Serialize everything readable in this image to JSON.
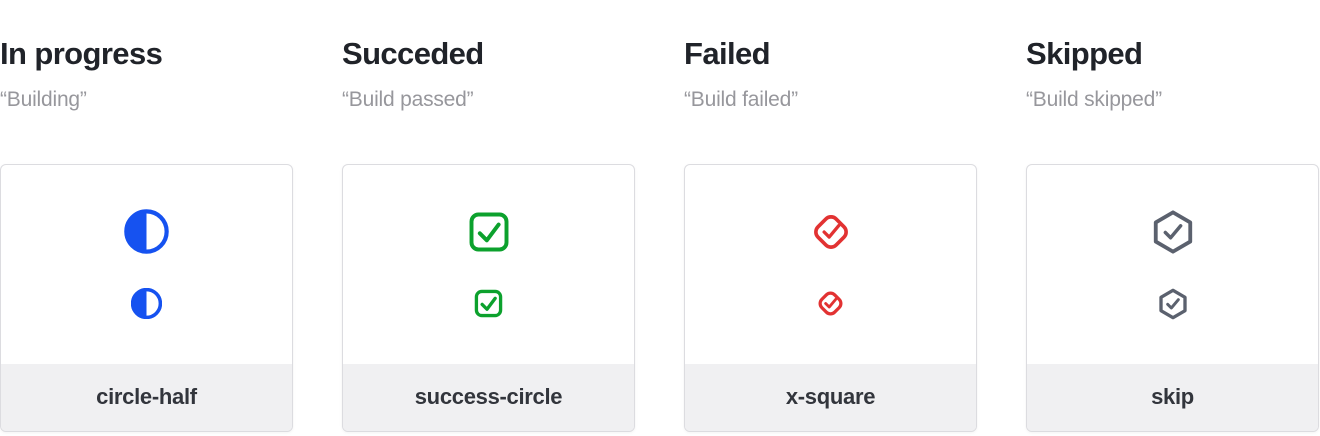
{
  "page": {
    "background": "#ffffff",
    "description_colors": {
      "title_text": "#202329",
      "subtitle_text": "#97979c",
      "card_border": "#dcdce0",
      "card_footer_bg": "#f0f0f2",
      "footer_label_text": "#32353c"
    }
  },
  "columns": [
    {
      "title": "In progress",
      "subtitle": "“Building”",
      "icon": "circle-half-icon",
      "label": "circle-half",
      "color": "#1652f0"
    },
    {
      "title": "Succeded",
      "subtitle": "“Build passed”",
      "icon": "check-square-icon",
      "label": "success-circle",
      "color": "#0ca12d"
    },
    {
      "title": "Failed",
      "subtitle": "“Build failed”",
      "icon": "check-diamond-icon",
      "label": "x-square",
      "color": "#e23232"
    },
    {
      "title": "Skipped",
      "subtitle": "“Build skipped”",
      "icon": "check-hexagon-icon",
      "label": "skip",
      "color": "#5b616e"
    }
  ]
}
